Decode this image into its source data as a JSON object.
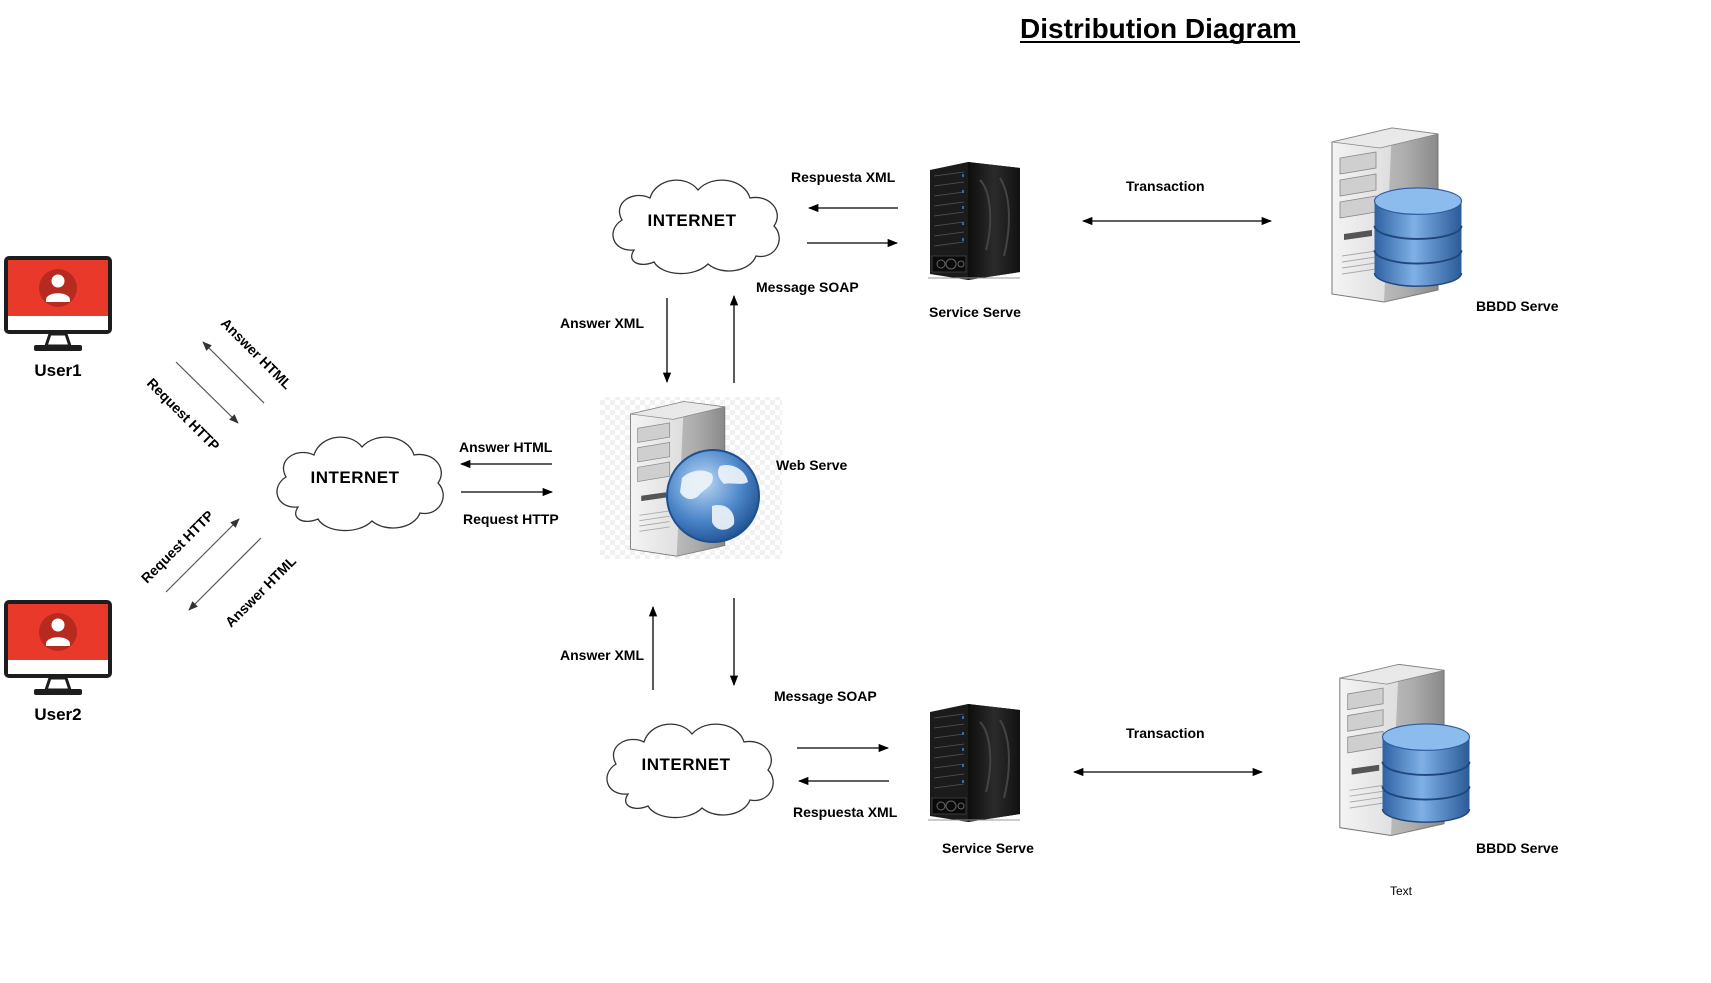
{
  "title": "Distribution Diagram",
  "users": [
    {
      "label": "User1"
    },
    {
      "label": "User2"
    }
  ],
  "clouds": {
    "main": "INTERNET",
    "top": "INTERNET",
    "bottom": "INTERNET"
  },
  "servers": {
    "web": "Web Serve",
    "service_top": "Service Serve",
    "service_bottom": "Service Serve",
    "bbdd_top": "BBDD Serve",
    "bbdd_bottom": "BBDD Serve"
  },
  "edges": {
    "user1_answer": "Answer HTML",
    "user1_request": "Request HTTP",
    "user2_request": "Request HTTP",
    "user2_answer": "Answer HTML",
    "web_answer_html": "Answer HTML",
    "web_request_http": "Request HTTP",
    "top_respuesta": "Respuesta XML",
    "top_message_soap": "Message SOAP",
    "top_answer_xml": "Answer XML",
    "top_transaction": "Transaction",
    "bottom_answer_xml": "Answer XML",
    "bottom_message_soap": "Message SOAP",
    "bottom_respuesta": "Respuesta XML",
    "bottom_transaction": "Transaction"
  },
  "footer_text": "Text",
  "colors": {
    "monitor_red": "#e8392b",
    "globe_blue": "#3a78c2",
    "db_blue": "#4f86c6",
    "server_black": "#1a1a1a"
  }
}
